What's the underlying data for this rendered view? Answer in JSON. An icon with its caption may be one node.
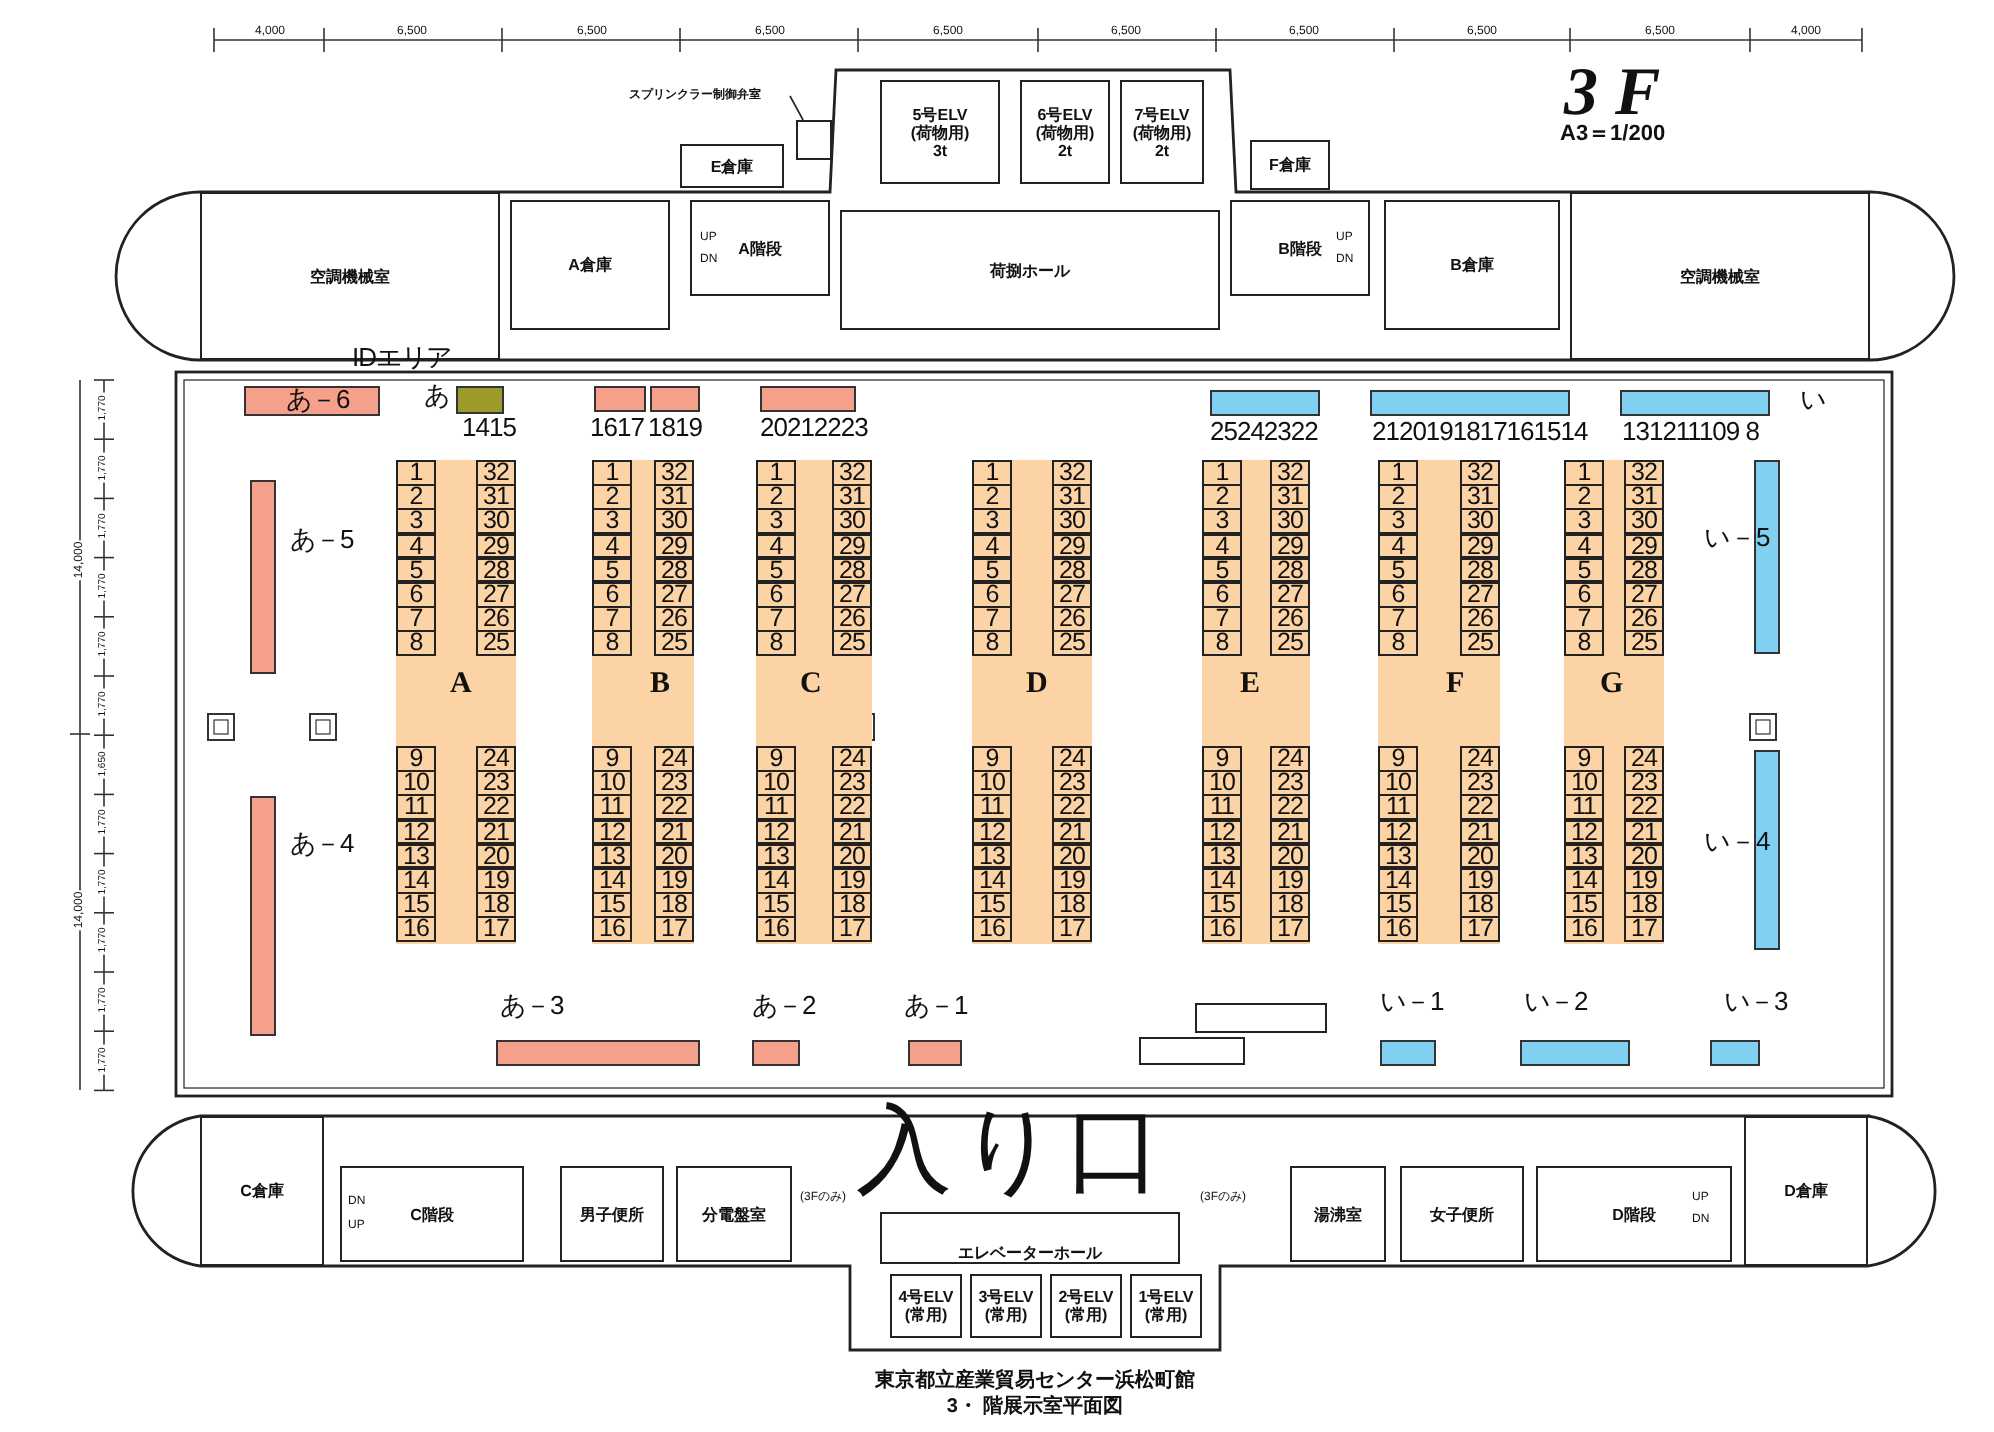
{
  "diagram": {
    "title": "3 F",
    "caption": "東京都立産業貿易センター浜松町館 3・ 階展示室平面図",
    "nodes": [
      {
        "text": [
          "空調機械室"
        ]
      },
      {
        "text": [
          "A倉庫"
        ]
      },
      {
        "text": [
          "E倉庫"
        ]
      },
      {
        "text": [
          "A階段"
        ]
      },
      {
        "text": [
          "荷捌ホール"
        ]
      },
      {
        "text": [
          "5号ELV",
          "(荷物用)",
          "3t"
        ]
      },
      {
        "text": [
          "6号ELV",
          "(荷物用)",
          "2t"
        ]
      },
      {
        "text": [
          "7号ELV",
          "(荷物用)",
          "2t"
        ]
      },
      {
        "text": [
          "F倉庫"
        ]
      },
      {
        "text": [
          "B階段"
        ]
      },
      {
        "text": [
          "B倉庫"
        ]
      },
      {
        "text": [
          "空調機械室"
        ]
      },
      {
        "text": [
          "スプリンクラー制御弁室"
        ]
      },
      {
        "text": [],
        "shape": "box"
      },
      {
        "text": [
          "C倉庫"
        ]
      },
      {
        "text": [
          "C階段"
        ]
      },
      {
        "text": [
          "男子便所"
        ]
      },
      {
        "text": [
          "分電盤室"
        ]
      },
      {
        "text": [
          "エレベーターホール"
        ]
      },
      {
        "text": [
          "湯沸室"
        ]
      },
      {
        "text": [
          "女子便所"
        ]
      },
      {
        "text": [
          "D階段"
        ]
      },
      {
        "text": [
          "D倉庫"
        ]
      },
      {
        "text": [
          "4号ELV",
          "(常用)"
        ]
      },
      {
        "text": [
          "3号ELV",
          "(常用)"
        ]
      },
      {
        "text": [
          "2号ELV",
          "(常用)"
        ]
      },
      {
        "text": [
          "1号ELV",
          "(常用)"
        ]
      },
      {
        "text": [
          "あ－6"
        ]
      },
      {
        "text": [],
        "shape": "bar",
        "beside": [
          "IDエリア",
          "あ",
          "1415"
        ]
      },
      {
        "text": [],
        "shape": "bar",
        "beside": [
          "1617"
        ]
      },
      {
        "text": [],
        "shape": "bar",
        "beside": [
          "1819"
        ]
      },
      {
        "text": [],
        "shape": "bar",
        "beside": [
          "20212223"
        ]
      },
      {
        "text": [],
        "shape": "bar",
        "beside": [
          "25242322"
        ]
      },
      {
        "text": [],
        "shape": "bar",
        "beside": [
          "2120191817161514"
        ]
      },
      {
        "text": [],
        "shape": "bar",
        "beside": [
          "131211109 8"
        ]
      },
      {
        "text": [],
        "shape": "bar",
        "beside": [
          "あ－5"
        ]
      },
      {
        "text": [],
        "shape": "bar",
        "beside": [
          "あ－4"
        ]
      },
      {
        "text": [],
        "shape": "bar",
        "beside": [
          "あ－3"
        ]
      },
      {
        "text": [],
        "shape": "bar",
        "beside": [
          "あ－2"
        ]
      },
      {
        "text": [],
        "shape": "bar",
        "beside": [
          "あ－1"
        ]
      },
      {
        "text": [],
        "shape": "bar",
        "beside": [
          "い－1"
        ]
      },
      {
        "text": [],
        "shape": "bar",
        "beside": [
          "い－2"
        ]
      },
      {
        "text": [],
        "shape": "bar",
        "beside": [
          "い－3"
        ]
      },
      {
        "text": [],
        "shape": "bar"
      },
      {
        "text": [],
        "shape": "bar"
      },
      {
        "text": [
          "A"
        ]
      },
      {
        "text": [
          "1"
        ],
        "in": 45
      },
      {
        "text": [
          "2"
        ],
        "in": 45
      },
      {
        "text": [
          "3"
        ],
        "in": 45
      },
      {
        "text": [
          "4"
        ],
        "in": 45
      },
      {
        "text": [
          "5"
        ],
        "in": 45
      },
      {
        "text": [
          "6"
        ],
        "in": 45
      },
      {
        "text": [
          "7"
        ],
        "in": 45
      },
      {
        "text": [
          "8"
        ],
        "in": 45
      },
      {
        "text": [
          "9"
        ],
        "in": 45
      },
      {
        "text": [
          "10"
        ],
        "in": 45
      },
      {
        "text": [
          "11"
        ],
        "in": 45
      },
      {
        "text": [
          "12"
        ],
        "in": 45
      },
      {
        "text": [
          "13"
        ],
        "in": 45
      },
      {
        "text": [
          "14"
        ],
        "in": 45
      },
      {
        "text": [
          "15"
        ],
        "in": 45
      },
      {
        "text": [
          "16"
        ],
        "in": 45
      },
      {
        "text": [
          "17"
        ],
        "in": 45
      },
      {
        "text": [
          "18"
        ],
        "in": 45
      },
      {
        "text": [
          "19"
        ],
        "in": 45
      },
      {
        "text": [
          "20"
        ],
        "in": 45
      },
      {
        "text": [
          "21"
        ],
        "in": 45
      },
      {
        "text": [
          "22"
        ],
        "in": 45
      },
      {
        "text": [
          "23"
        ],
        "in": 45
      },
      {
        "text": [
          "24"
        ],
        "in": 45
      },
      {
        "text": [
          "25"
        ],
        "in": 45
      },
      {
        "text": [
          "26"
        ],
        "in": 45
      },
      {
        "text": [
          "27"
        ],
        "in": 45
      },
      {
        "text": [
          "28"
        ],
        "in": 45
      },
      {
        "text": [
          "29"
        ],
        "in": 45
      },
      {
        "text": [
          "30"
        ],
        "in": 45
      },
      {
        "text": [
          "31"
        ],
        "in": 45
      },
      {
        "text": [
          "32"
        ],
        "in": 45
      },
      {
        "text": [
          "B"
        ]
      },
      {
        "text": [
          "1"
        ],
        "in": 78
      },
      {
        "text": [
          "2"
        ],
        "in": 78
      },
      {
        "text": [
          "3"
        ],
        "in": 78
      },
      {
        "text": [
          "4"
        ],
        "in": 78
      },
      {
        "text": [
          "5"
        ],
        "in": 78
      },
      {
        "text": [
          "6"
        ],
        "in": 78
      },
      {
        "text": [
          "7"
        ],
        "in": 78
      },
      {
        "text": [
          "8"
        ],
        "in": 78
      },
      {
        "text": [
          "9"
        ],
        "in": 78
      },
      {
        "text": [
          "10"
        ],
        "in": 78
      },
      {
        "text": [
          "11"
        ],
        "in": 78
      },
      {
        "text": [
          "12"
        ],
        "in": 78
      },
      {
        "text": [
          "13"
        ],
        "in": 78
      },
      {
        "text": [
          "14"
        ],
        "in": 78
      },
      {
        "text": [
          "15"
        ],
        "in": 78
      },
      {
        "text": [
          "16"
        ],
        "in": 78
      },
      {
        "text": [
          "17"
        ],
        "in": 78
      },
      {
        "text": [
          "18"
        ],
        "in": 78
      },
      {
        "text": [
          "19"
        ],
        "in": 78
      },
      {
        "text": [
          "20"
        ],
        "in": 78
      },
      {
        "text": [
          "21"
        ],
        "in": 78
      },
      {
        "text": [
          "22"
        ],
        "in": 78
      },
      {
        "text": [
          "23"
        ],
        "in": 78
      },
      {
        "text": [
          "24"
        ],
        "in": 78
      },
      {
        "text": [
          "25"
        ],
        "in": 78
      },
      {
        "text": [
          "26"
        ],
        "in": 78
      },
      {
        "text": [
          "27"
        ],
        "in": 78
      },
      {
        "text": [
          "28"
        ],
        "in": 78
      },
      {
        "text": [
          "29"
        ],
        "in": 78
      },
      {
        "text": [
          "30"
        ],
        "in": 78
      },
      {
        "text": [
          "31"
        ],
        "in": 78
      },
      {
        "text": [
          "32"
        ],
        "in": 78
      },
      {
        "text": [
          "C"
        ]
      },
      {
        "text": [
          "1"
        ],
        "in": 111
      },
      {
        "text": [
          "2"
        ],
        "in": 111
      },
      {
        "text": [
          "3"
        ],
        "in": 111
      },
      {
        "text": [
          "4"
        ],
        "in": 111
      },
      {
        "text": [
          "5"
        ],
        "in": 111
      },
      {
        "text": [
          "6"
        ],
        "in": 111
      },
      {
        "text": [
          "7"
        ],
        "in": 111
      },
      {
        "text": [
          "8"
        ],
        "in": 111
      },
      {
        "text": [
          "9"
        ],
        "in": 111
      },
      {
        "text": [
          "10"
        ],
        "in": 111
      },
      {
        "text": [
          "11"
        ],
        "in": 111
      },
      {
        "text": [
          "12"
        ],
        "in": 111
      },
      {
        "text": [
          "13"
        ],
        "in": 111
      },
      {
        "text": [
          "14"
        ],
        "in": 111
      },
      {
        "text": [
          "15"
        ],
        "in": 111
      },
      {
        "text": [
          "16"
        ],
        "in": 111
      },
      {
        "text": [
          "17"
        ],
        "in": 111
      },
      {
        "text": [
          "18"
        ],
        "in": 111
      },
      {
        "text": [
          "19"
        ],
        "in": 111
      },
      {
        "text": [
          "20"
        ],
        "in": 111
      },
      {
        "text": [
          "21"
        ],
        "in": 111
      },
      {
        "text": [
          "22"
        ],
        "in": 111
      },
      {
        "text": [
          "23"
        ],
        "in": 111
      },
      {
        "text": [
          "24"
        ],
        "in": 111
      },
      {
        "text": [
          "25"
        ],
        "in": 111
      },
      {
        "text": [
          "26"
        ],
        "in": 111
      },
      {
        "text": [
          "27"
        ],
        "in": 111
      },
      {
        "text": [
          "28"
        ],
        "in": 111
      },
      {
        "text": [
          "29"
        ],
        "in": 111
      },
      {
        "text": [
          "30"
        ],
        "in": 111
      },
      {
        "text": [
          "31"
        ],
        "in": 111
      },
      {
        "text": [
          "32"
        ],
        "in": 111
      },
      {
        "text": [
          "D"
        ]
      },
      {
        "text": [
          "1"
        ],
        "in": 144
      },
      {
        "text": [
          "2"
        ],
        "in": 144
      },
      {
        "text": [
          "3"
        ],
        "in": 144
      },
      {
        "text": [
          "4"
        ],
        "in": 144
      },
      {
        "text": [
          "5"
        ],
        "in": 144
      },
      {
        "text": [
          "6"
        ],
        "in": 144
      },
      {
        "text": [
          "7"
        ],
        "in": 144
      },
      {
        "text": [
          "8"
        ],
        "in": 144
      },
      {
        "text": [
          "9"
        ],
        "in": 144
      },
      {
        "text": [
          "10"
        ],
        "in": 144
      },
      {
        "text": [
          "11"
        ],
        "in": 144
      },
      {
        "text": [
          "12"
        ],
        "in": 144
      },
      {
        "text": [
          "13"
        ],
        "in": 144
      },
      {
        "text": [
          "14"
        ],
        "in": 144
      },
      {
        "text": [
          "15"
        ],
        "in": 144
      },
      {
        "text": [
          "16"
        ],
        "in": 144
      },
      {
        "text": [
          "17"
        ],
        "in": 144
      },
      {
        "text": [
          "18"
        ],
        "in": 144
      },
      {
        "text": [
          "19"
        ],
        "in": 144
      },
      {
        "text": [
          "20"
        ],
        "in": 144
      },
      {
        "text": [
          "21"
        ],
        "in": 144
      },
      {
        "text": [
          "22"
        ],
        "in": 144
      },
      {
        "text": [
          "23"
        ],
        "in": 144
      },
      {
        "text": [
          "24"
        ],
        "in": 144
      },
      {
        "text": [
          "25"
        ],
        "in": 144
      },
      {
        "text": [
          "26"
        ],
        "in": 144
      },
      {
        "text": [
          "27"
        ],
        "in": 144
      },
      {
        "text": [
          "28"
        ],
        "in": 144
      },
      {
        "text": [
          "29"
        ],
        "in": 144
      },
      {
        "text": [
          "30"
        ],
        "in": 144
      },
      {
        "text": [
          "31"
        ],
        "in": 144
      },
      {
        "text": [
          "32"
        ],
        "in": 144
      },
      {
        "text": [
          "E"
        ]
      },
      {
        "text": [
          "1"
        ],
        "in": 177
      },
      {
        "text": [
          "2"
        ],
        "in": 177
      },
      {
        "text": [
          "3"
        ],
        "in": 177
      },
      {
        "text": [
          "4"
        ],
        "in": 177
      },
      {
        "text": [
          "5"
        ],
        "in": 177
      },
      {
        "text": [
          "6"
        ],
        "in": 177
      },
      {
        "text": [
          "7"
        ],
        "in": 177
      },
      {
        "text": [
          "8"
        ],
        "in": 177
      },
      {
        "text": [
          "9"
        ],
        "in": 177
      },
      {
        "text": [
          "10"
        ],
        "in": 177
      },
      {
        "text": [
          "11"
        ],
        "in": 177
      },
      {
        "text": [
          "12"
        ],
        "in": 177
      },
      {
        "text": [
          "13"
        ],
        "in": 177
      },
      {
        "text": [
          "14"
        ],
        "in": 177
      },
      {
        "text": [
          "15"
        ],
        "in": 177
      },
      {
        "text": [
          "16"
        ],
        "in": 177
      },
      {
        "text": [
          "17"
        ],
        "in": 177
      },
      {
        "text": [
          "18"
        ],
        "in": 177
      },
      {
        "text": [
          "19"
        ],
        "in": 177
      },
      {
        "text": [
          "20"
        ],
        "in": 177
      },
      {
        "text": [
          "21"
        ],
        "in": 177
      },
      {
        "text": [
          "22"
        ],
        "in": 177
      },
      {
        "text": [
          "23"
        ],
        "in": 177
      },
      {
        "text": [
          "24"
        ],
        "in": 177
      },
      {
        "text": [
          "25"
        ],
        "in": 177
      },
      {
        "text": [
          "26"
        ],
        "in": 177
      },
      {
        "text": [
          "27"
        ],
        "in": 177
      },
      {
        "text": [
          "28"
        ],
        "in": 177
      },
      {
        "text": [
          "29"
        ],
        "in": 177
      },
      {
        "text": [
          "30"
        ],
        "in": 177
      },
      {
        "text": [
          "31"
        ],
        "in": 177
      },
      {
        "text": [
          "32"
        ],
        "in": 177
      },
      {
        "text": [
          "F"
        ]
      },
      {
        "text": [
          "1"
        ],
        "in": 210
      },
      {
        "text": [
          "2"
        ],
        "in": 210
      },
      {
        "text": [
          "3"
        ],
        "in": 210
      },
      {
        "text": [
          "4"
        ],
        "in": 210
      },
      {
        "text": [
          "5"
        ],
        "in": 210
      },
      {
        "text": [
          "6"
        ],
        "in": 210
      },
      {
        "text": [
          "7"
        ],
        "in": 210
      },
      {
        "text": [
          "8"
        ],
        "in": 210
      },
      {
        "text": [
          "9"
        ],
        "in": 210
      },
      {
        "text": [
          "10"
        ],
        "in": 210
      },
      {
        "text": [
          "11"
        ],
        "in": 210
      },
      {
        "text": [
          "12"
        ],
        "in": 210
      },
      {
        "text": [
          "13"
        ],
        "in": 210
      },
      {
        "text": [
          "14"
        ],
        "in": 210
      },
      {
        "text": [
          "15"
        ],
        "in": 210
      },
      {
        "text": [
          "16"
        ],
        "in": 210
      },
      {
        "text": [
          "17"
        ],
        "in": 210
      },
      {
        "text": [
          "18"
        ],
        "in": 210
      },
      {
        "text": [
          "19"
        ],
        "in": 210
      },
      {
        "text": [
          "20"
        ],
        "in": 210
      },
      {
        "text": [
          "21"
        ],
        "in": 210
      },
      {
        "text": [
          "22"
        ],
        "in": 210
      },
      {
        "text": [
          "23"
        ],
        "in": 210
      },
      {
        "text": [
          "24"
        ],
        "in": 210
      },
      {
        "text": [
          "25"
        ],
        "in": 210
      },
      {
        "text": [
          "26"
        ],
        "in": 210
      },
      {
        "text": [
          "27"
        ],
        "in": 210
      },
      {
        "text": [
          "28"
        ],
        "in": 210
      },
      {
        "text": [
          "29"
        ],
        "in": 210
      },
      {
        "text": [
          "30"
        ],
        "in": 210
      },
      {
        "text": [
          "31"
        ],
        "in": 210
      },
      {
        "text": [
          "32"
        ],
        "in": 210
      },
      {
        "text": [
          "G"
        ]
      },
      {
        "text": [
          "1"
        ],
        "in": 243
      },
      {
        "text": [
          "2"
        ],
        "in": 243
      },
      {
        "text": [
          "3"
        ],
        "in": 243
      },
      {
        "text": [
          "4"
        ],
        "in": 243
      },
      {
        "text": [
          "5"
        ],
        "in": 243
      },
      {
        "text": [
          "6"
        ],
        "in": 243
      },
      {
        "text": [
          "7"
        ],
        "in": 243
      },
      {
        "text": [
          "8"
        ],
        "in": 243
      },
      {
        "text": [
          "9"
        ],
        "in": 243
      },
      {
        "text": [
          "10"
        ],
        "in": 243
      },
      {
        "text": [
          "11"
        ],
        "in": 243
      },
      {
        "text": [
          "12"
        ],
        "in": 243
      },
      {
        "text": [
          "13"
        ],
        "in": 243
      },
      {
        "text": [
          "14"
        ],
        "in": 243
      },
      {
        "text": [
          "15"
        ],
        "in": 243
      },
      {
        "text": [
          "16"
        ],
        "in": 243
      },
      {
        "text": [
          "17"
        ],
        "in": 243
      },
      {
        "text": [
          "18"
        ],
        "in": 243
      },
      {
        "text": [
          "19"
        ],
        "in": 243
      },
      {
        "text": [
          "20"
        ],
        "in": 243
      },
      {
        "text": [
          "21"
        ],
        "in": 243
      },
      {
        "text": [
          "22"
        ],
        "in": 243
      },
      {
        "text": [
          "23"
        ],
        "in": 243
      },
      {
        "text": [
          "24"
        ],
        "in": 243
      },
      {
        "text": [
          "25"
        ],
        "in": 243
      },
      {
        "text": [
          "26"
        ],
        "in": 243
      },
      {
        "text": [
          "27"
        ],
        "in": 243
      },
      {
        "text": [
          "28"
        ],
        "in": 243
      },
      {
        "text": [
          "29"
        ],
        "in": 243
      },
      {
        "text": [
          "30"
        ],
        "in": 243
      },
      {
        "text": [
          "31"
        ],
        "in": 243
      },
      {
        "text": [
          "32"
        ],
        "in": 243
      }
    ],
    "edges": [
      {
        "from": 12,
        "to": 13,
        "arrow": "none"
      }
    ],
    "labels": [
      "A3＝1/200",
      "い",
      "4,000",
      "6,500",
      "6,500",
      "6,500",
      "6,500",
      "6,500",
      "6,500",
      "6,500",
      "6,500",
      "4,000",
      "14,000",
      "14,000",
      "1,770",
      "1,770",
      "1,770",
      "1,770",
      "1,770",
      "1,770",
      "1,650",
      "1,770",
      "1,770",
      "1,770",
      "1,770",
      "1,770",
      "(3Fのみ)",
      "(3Fのみ)",
      "入り口",
      "UP",
      "DN",
      "UP",
      "DN",
      "DN",
      "UP",
      "UP",
      "DN",
      "い－5",
      "い－4"
    ]
  }
}
